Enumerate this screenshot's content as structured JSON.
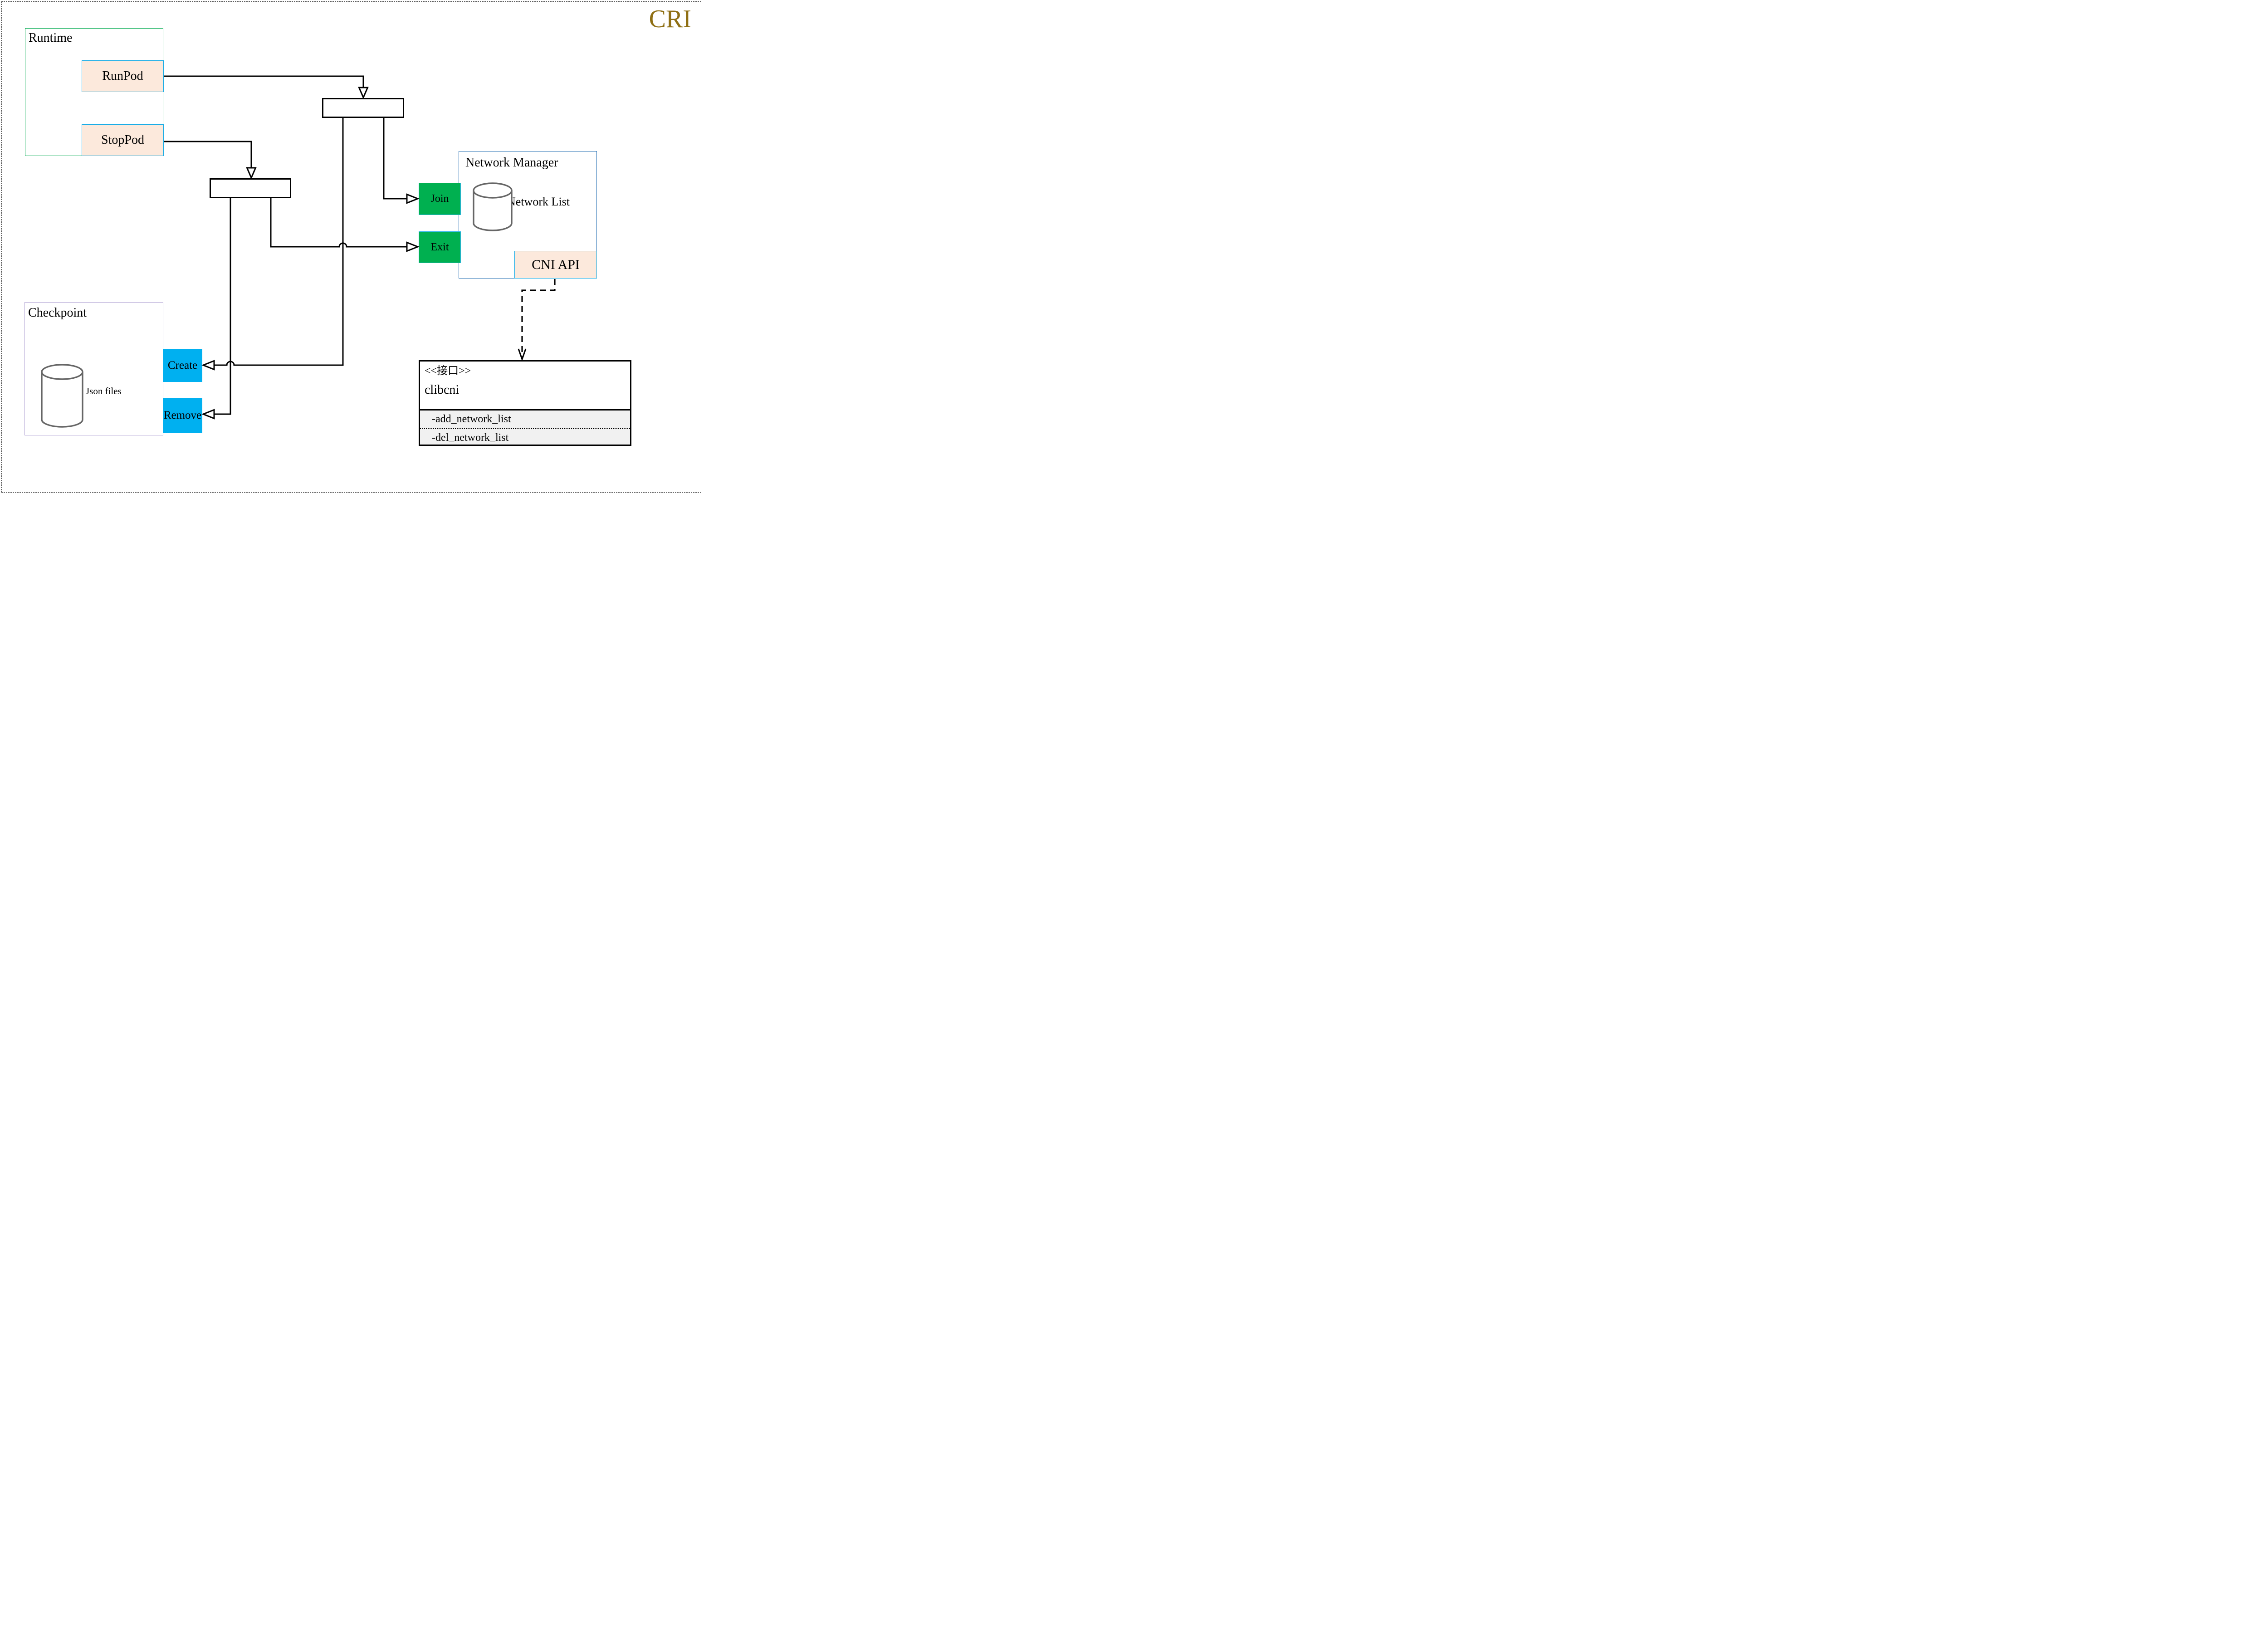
{
  "badge": {
    "label": "CRI",
    "color": "#8F6F14"
  },
  "runtime": {
    "title": "Runtime",
    "nodes": [
      {
        "label": "RunPod"
      },
      {
        "label": "StopPod"
      }
    ]
  },
  "network_manager": {
    "title": "Network Manager",
    "store": "Network List",
    "ports": [
      {
        "label": "Join"
      },
      {
        "label": "Exit"
      }
    ],
    "api": "CNI API"
  },
  "checkpoint": {
    "title": "Checkpoint",
    "store": "Json files",
    "ports": [
      {
        "label": "Create"
      },
      {
        "label": "Remove"
      }
    ]
  },
  "interface_class": {
    "stereotype": "<<接口>>",
    "name": "clibcni",
    "methods": [
      {
        "name": "-add_network_list"
      },
      {
        "name": "-del_network_list"
      }
    ]
  },
  "colors": {
    "peach_fill": "#FCE9DC",
    "cyan_border": "#14ABE6",
    "green_fill": "#00B050",
    "blue_fill": "#00B0F0",
    "runtime_border": "#00A94F",
    "network_manager_border": "#2E75B6",
    "checkpoint_border": "#B4A7D6",
    "cylinder_stroke": "#666666",
    "title_gold": "#8F6F14",
    "method_section_fill": "#F1F1F1",
    "line_color": "#000000"
  }
}
